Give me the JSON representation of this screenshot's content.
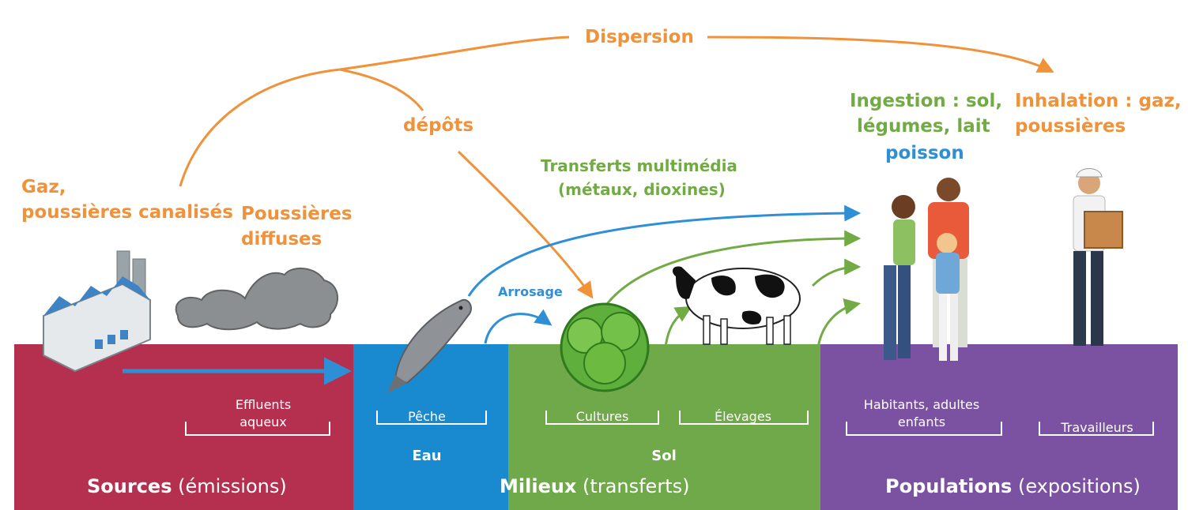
{
  "flows": {
    "dispersion": "Dispersion",
    "depots": "dépôts",
    "gaz_line1": "Gaz,",
    "gaz_line2": "poussières canalisés",
    "poussieres_line1": "Poussières",
    "poussieres_line2": "diffuses",
    "transferts_line1": "Transferts multimédia",
    "transferts_line2": "(métaux, dioxines)",
    "arrosage": "Arrosage",
    "ingestion_line1": "Ingestion : sol,",
    "ingestion_line2": "légumes, lait",
    "ingestion_line3": "poisson",
    "inhalation_line1": "Inhalation : gaz,",
    "inhalation_line2": "poussières"
  },
  "panels": {
    "sources": {
      "effluents_line1": "Effluents",
      "effluents_line2": "aqueux",
      "footer_bold": "Sources",
      "footer_rest": "(émissions)"
    },
    "eau": {
      "peche": "Pêche",
      "title": "Eau"
    },
    "sol": {
      "cultures": "Cultures",
      "elevages": "Élevages",
      "title": "Sol"
    },
    "milieux": {
      "footer_bold": "Milieux",
      "footer_rest": "(transferts)"
    },
    "populations": {
      "habitants_line1": "Habitants, adultes",
      "habitants_line2": "enfants",
      "travailleurs": "Travailleurs",
      "footer_bold": "Populations",
      "footer_rest": "(expositions)"
    }
  },
  "colors": {
    "sources": "#b5304e",
    "eau": "#1a8ad0",
    "sol": "#6fa94a",
    "populations": "#7b52a2",
    "orange": "#f0923a",
    "green": "#72ab45",
    "blue": "#2f8fd6"
  },
  "icons": [
    "factory-icon",
    "smoke-cloud-icon",
    "fish-icon",
    "lettuce-icon",
    "cow-icon",
    "family-icon",
    "worker-icon"
  ]
}
